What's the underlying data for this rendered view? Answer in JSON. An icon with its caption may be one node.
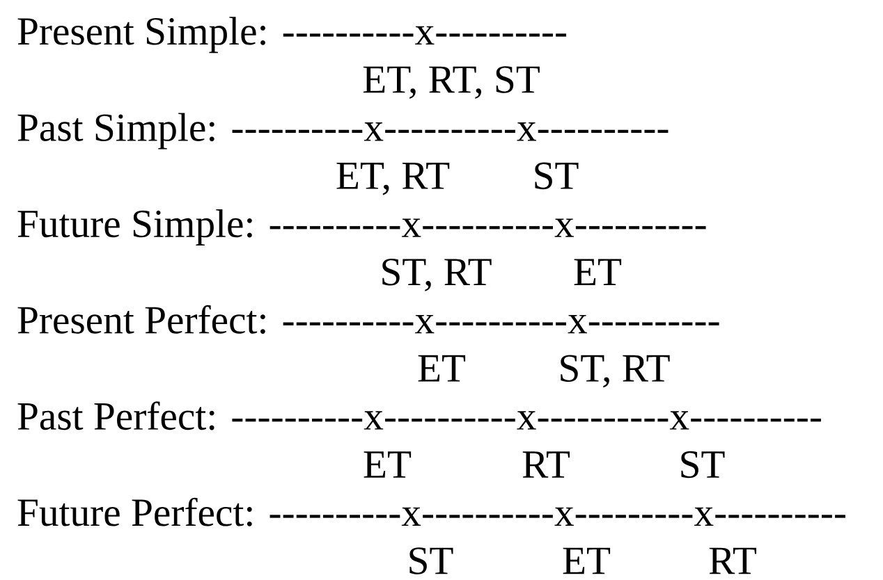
{
  "diagram": {
    "labels": [
      "Present Simple: ----------x----------",
      "ET, RT, ST",
      "Past Simple: ----------x----------x----------",
      "ET, RT",
      "ST",
      "Future Simple: ----------x----------x----------",
      "ST, RT",
      "ET",
      "Present Perfect: ----------x----------x----------",
      "ET",
      "ST, RT",
      "Past Perfect: ----------x----------x----------x----------",
      "ET",
      "RT",
      "ST",
      "Future Perfect: ----------x----------x---------x----------",
      "ST",
      "ET",
      "RT"
    ]
  }
}
